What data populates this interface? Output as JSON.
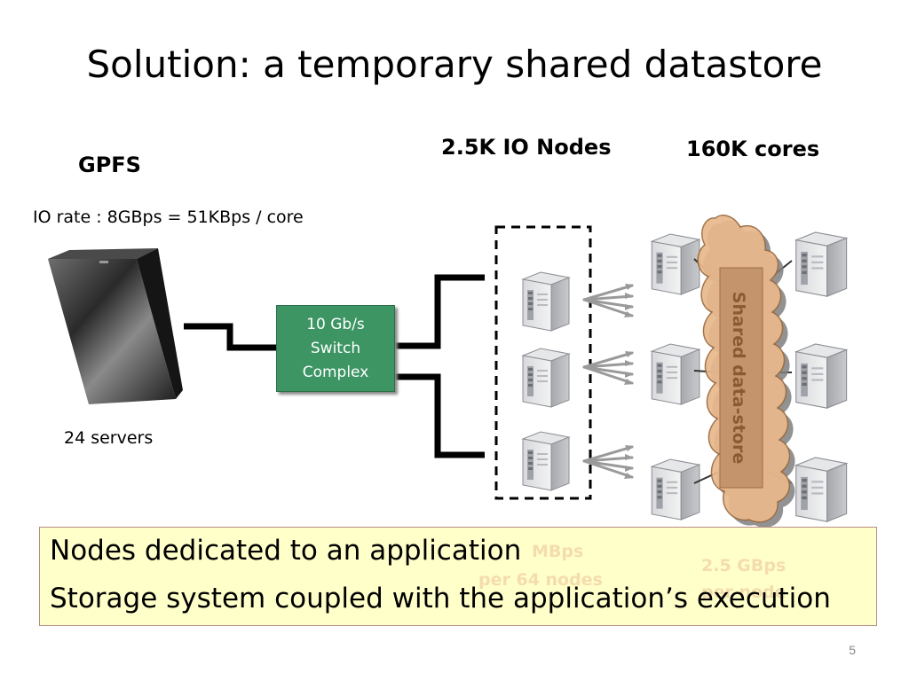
{
  "slide": {
    "title": "Solution: a temporary shared datastore",
    "page_number": "5"
  },
  "labels": {
    "gpfs": "GPFS",
    "io_rate": "IO rate : 8GBps = 51KBps / core",
    "servers": "24 servers",
    "io_nodes": "2.5K IO Nodes",
    "cores": "160K cores",
    "switch_lines": [
      "10 Gb/s",
      "Switch",
      "Complex"
    ],
    "shared_store": "Shared data-store"
  },
  "partially_hidden_text": {
    "left_line1": "MBps",
    "left_line2": "per 64 nodes",
    "right_line1": "2.5 GBps",
    "right_line2": "per node"
  },
  "callout": {
    "line1": "Nodes dedicated to an application",
    "line2": "Storage system coupled with the application’s execution"
  },
  "colors": {
    "switch_fill": "#3c9563",
    "callout_fill": "#ffffc9",
    "cloud_fill": "#e9b98c",
    "store_box": "#c3946b",
    "ghost_text": "#f4dcae"
  },
  "icons": {
    "gpfs_cabinet": "server-rack-icon",
    "tower": "server-tower-icon",
    "cloud": "cloud-icon",
    "arrows": "fan-arrows-icon"
  }
}
